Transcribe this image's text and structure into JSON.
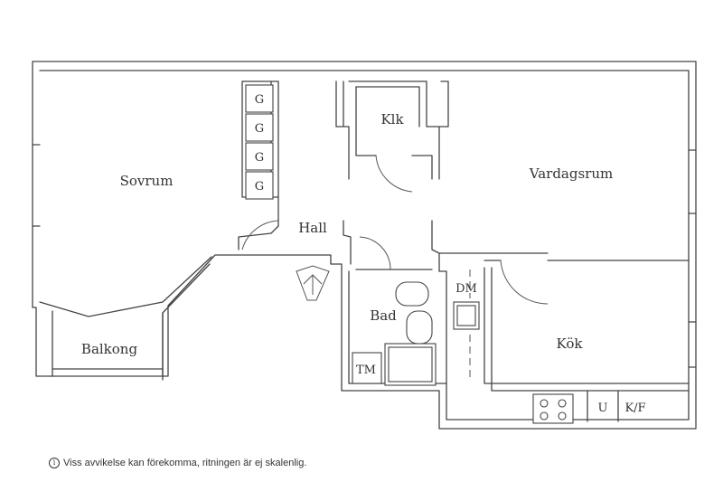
{
  "rooms": {
    "sovrum": "Sovrum",
    "klk": "Klk",
    "vardagsrum": "Vardagsrum",
    "hall": "Hall",
    "bad": "Bad",
    "kok": "Kök",
    "balkong": "Balkong"
  },
  "fixtures": {
    "wardrobe": [
      "G",
      "G",
      "G",
      "G"
    ],
    "dm": "DM",
    "tm": "TM",
    "u": "U",
    "kf": "K/F"
  },
  "disclaimer": {
    "icon": "i",
    "text": "Viss avvikelse kan förekomma, ritningen är ej skalenlig."
  }
}
